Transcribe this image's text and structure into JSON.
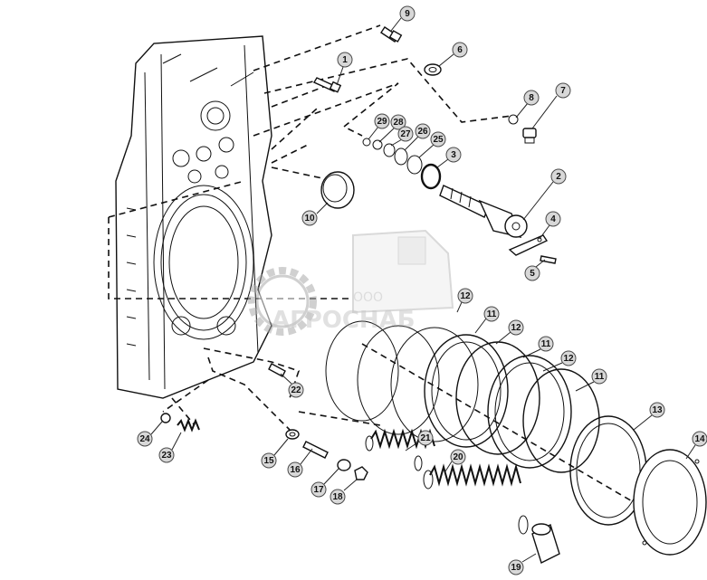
{
  "diagram": {
    "callouts": [
      {
        "id": "c9",
        "label": "9"
      },
      {
        "id": "c1",
        "label": "1"
      },
      {
        "id": "c6",
        "label": "6"
      },
      {
        "id": "c8",
        "label": "8"
      },
      {
        "id": "c7",
        "label": "7"
      },
      {
        "id": "c29",
        "label": "29"
      },
      {
        "id": "c28",
        "label": "28"
      },
      {
        "id": "c27",
        "label": "27"
      },
      {
        "id": "c26",
        "label": "26"
      },
      {
        "id": "c25",
        "label": "25"
      },
      {
        "id": "c3",
        "label": "3"
      },
      {
        "id": "c2",
        "label": "2"
      },
      {
        "id": "c10",
        "label": "10"
      },
      {
        "id": "c4",
        "label": "4"
      },
      {
        "id": "c5",
        "label": "5"
      },
      {
        "id": "c12a",
        "label": "12"
      },
      {
        "id": "c11a",
        "label": "11"
      },
      {
        "id": "c12b",
        "label": "12"
      },
      {
        "id": "c11b",
        "label": "11"
      },
      {
        "id": "c12c",
        "label": "12"
      },
      {
        "id": "c11c",
        "label": "11"
      },
      {
        "id": "c13",
        "label": "13"
      },
      {
        "id": "c14",
        "label": "14"
      },
      {
        "id": "c22",
        "label": "22"
      },
      {
        "id": "c24",
        "label": "24"
      },
      {
        "id": "c23",
        "label": "23"
      },
      {
        "id": "c15",
        "label": "15"
      },
      {
        "id": "c16",
        "label": "16"
      },
      {
        "id": "c21",
        "label": "21"
      },
      {
        "id": "c20",
        "label": "20"
      },
      {
        "id": "c17",
        "label": "17"
      },
      {
        "id": "c18",
        "label": "18"
      },
      {
        "id": "c19",
        "label": "19"
      }
    ]
  },
  "watermark": {
    "company_prefix": "ООО",
    "company_name": "АГРОСНАБ"
  }
}
